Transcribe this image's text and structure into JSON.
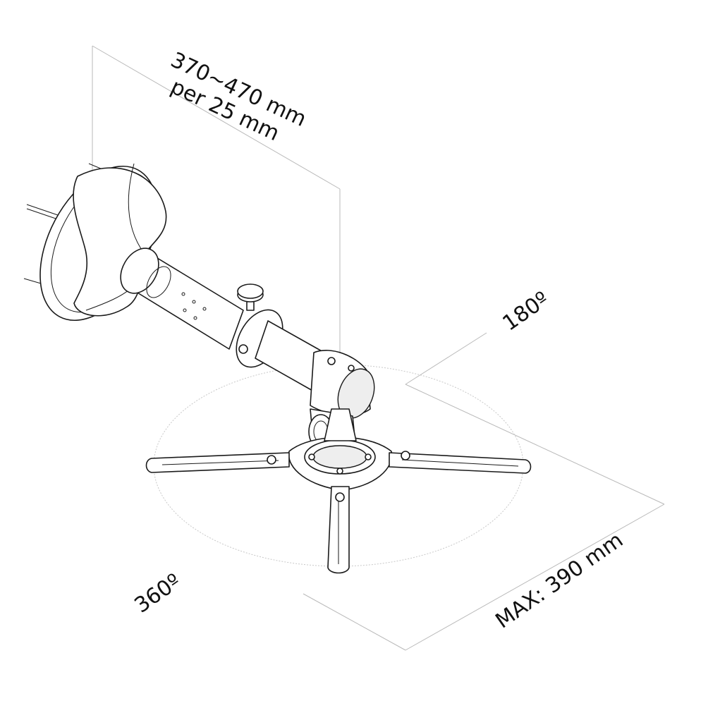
{
  "labels": {
    "length_range": "370~470 mm",
    "length_step": "per 25 mm",
    "tilt": "180º",
    "rotation": "360º",
    "max_size": "MAX: 390 mm"
  },
  "colors": {
    "line": "#1a1a1a",
    "guide": "#b9b9b9",
    "background": "#ffffff"
  }
}
